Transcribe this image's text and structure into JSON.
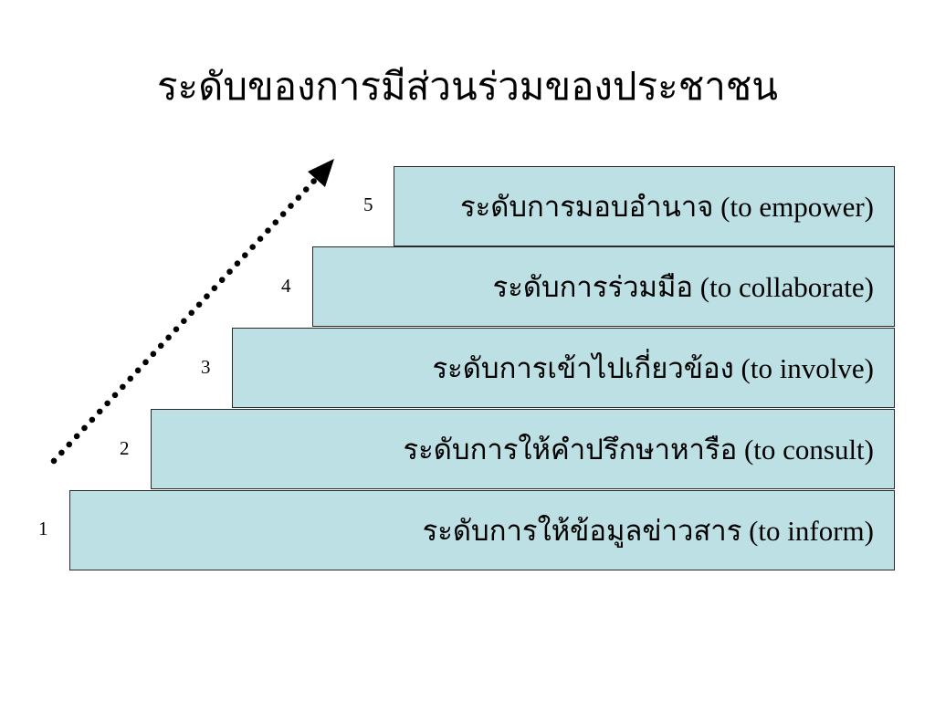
{
  "title": "ระดับของการมีส่วนร่วมของประชาชน",
  "levels": [
    {
      "number": "1",
      "label": "ระดับการให้ข้อมูลข่าวสาร (to inform)"
    },
    {
      "number": "2",
      "label": "ระดับการให้คำปรึกษาหารือ (to consult)"
    },
    {
      "number": "3",
      "label": "ระดับการเข้าไปเกี่ยวข้อง (to involve)"
    },
    {
      "number": "4",
      "label": "ระดับการร่วมมือ (to collaborate)"
    },
    {
      "number": "5",
      "label": "ระดับการมอบอำนาจ (to empower)"
    }
  ],
  "colors": {
    "step_fill": "#bde0e4",
    "step_border": "#2a2a2a",
    "arrow": "#000000"
  },
  "icons": {
    "arrow": "dotted-arrow-up-right"
  }
}
